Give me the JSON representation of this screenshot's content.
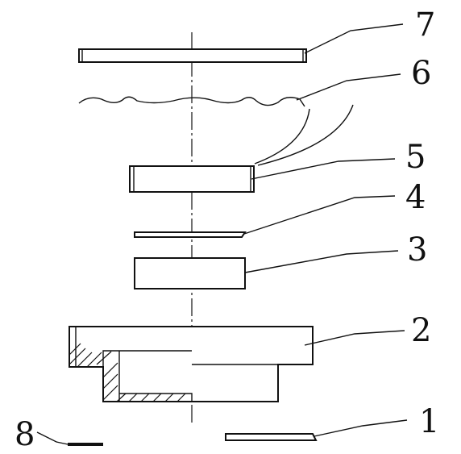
{
  "callouts": [
    {
      "id": "7",
      "label": "7"
    },
    {
      "id": "6",
      "label": "6"
    },
    {
      "id": "5",
      "label": "5"
    },
    {
      "id": "4",
      "label": "4"
    },
    {
      "id": "3",
      "label": "3"
    },
    {
      "id": "2",
      "label": "2"
    },
    {
      "id": "1",
      "label": "1"
    },
    {
      "id": "8",
      "label": "8"
    }
  ],
  "colors": {
    "ink": "#111111",
    "background": "#ffffff"
  }
}
